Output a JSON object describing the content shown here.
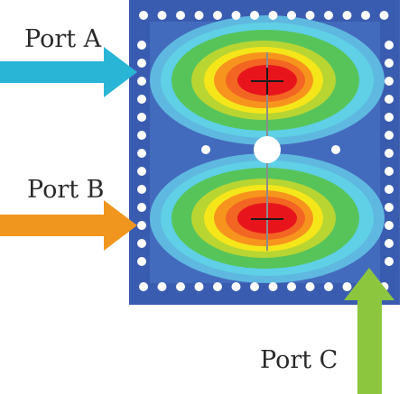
{
  "ports": {
    "a": {
      "label": "Port A",
      "color": "#29b6d6"
    },
    "b": {
      "label": "Port B",
      "color": "#f0961e"
    },
    "c": {
      "label": "Port C",
      "color": "#8cc63f"
    }
  },
  "colors": {
    "substrate": "#3a5cb0",
    "field_max": "#e8141c",
    "field_high": "#f7941d",
    "field_mid": "#f5e61a",
    "field_low": "#57c45a",
    "field_min": "#5fd0e6",
    "via": "#ffffff"
  },
  "field_pattern": "two-lobe",
  "markers": [
    "plus-marker",
    "minus-marker"
  ]
}
